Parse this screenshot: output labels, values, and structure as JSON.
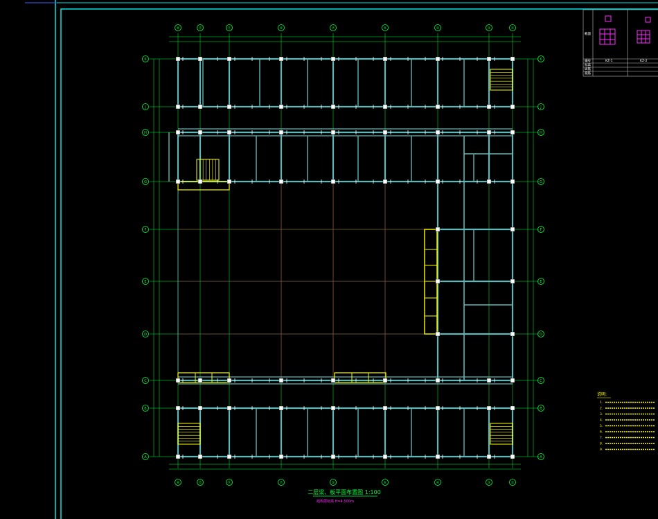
{
  "drawing": {
    "grid_top": [
      "⑧",
      "⑬",
      "⑪",
      "⑨",
      "⑦",
      "⑤",
      "④",
      "③",
      "②",
      "①"
    ],
    "grid_bottom": [
      "⑧",
      "⑬",
      "⑪",
      "⑦",
      "⑤",
      "⑥",
      "④",
      "③",
      "②",
      "①"
    ],
    "grid_left": [
      "K",
      "J",
      "H",
      "G",
      "F",
      "E",
      "D",
      "C",
      "B",
      "A"
    ],
    "grid_right": [
      "K",
      "J",
      "H",
      "G",
      "F",
      "E",
      "D",
      "C",
      "B",
      "A"
    ],
    "title_main": "二层梁、板平面布置图 1:100",
    "title_sub": "结构层标高 H=4.500m"
  },
  "notes": {
    "header": "说明:",
    "lines": [
      "1.",
      "2.",
      "3.",
      "4.",
      "5.",
      "6.",
      "7.",
      "8.",
      "9."
    ]
  },
  "legend_table": {
    "rows": [
      "截面",
      "编号",
      "标高",
      "纵筋",
      "箍筋"
    ],
    "col1": [
      "",
      "KZ-1",
      "",
      "",
      ""
    ],
    "col2": [
      "",
      "KZ-2",
      "",
      "",
      ""
    ]
  },
  "colors": {
    "frame": "#00e5e5",
    "beam": "#5fb7b7",
    "grid": "#00ff3c",
    "axis_red": "#c02040",
    "column": "#ffffff",
    "stair": "#ffff00",
    "title": "#00ff3c",
    "subtitle": "#ff2cff"
  }
}
